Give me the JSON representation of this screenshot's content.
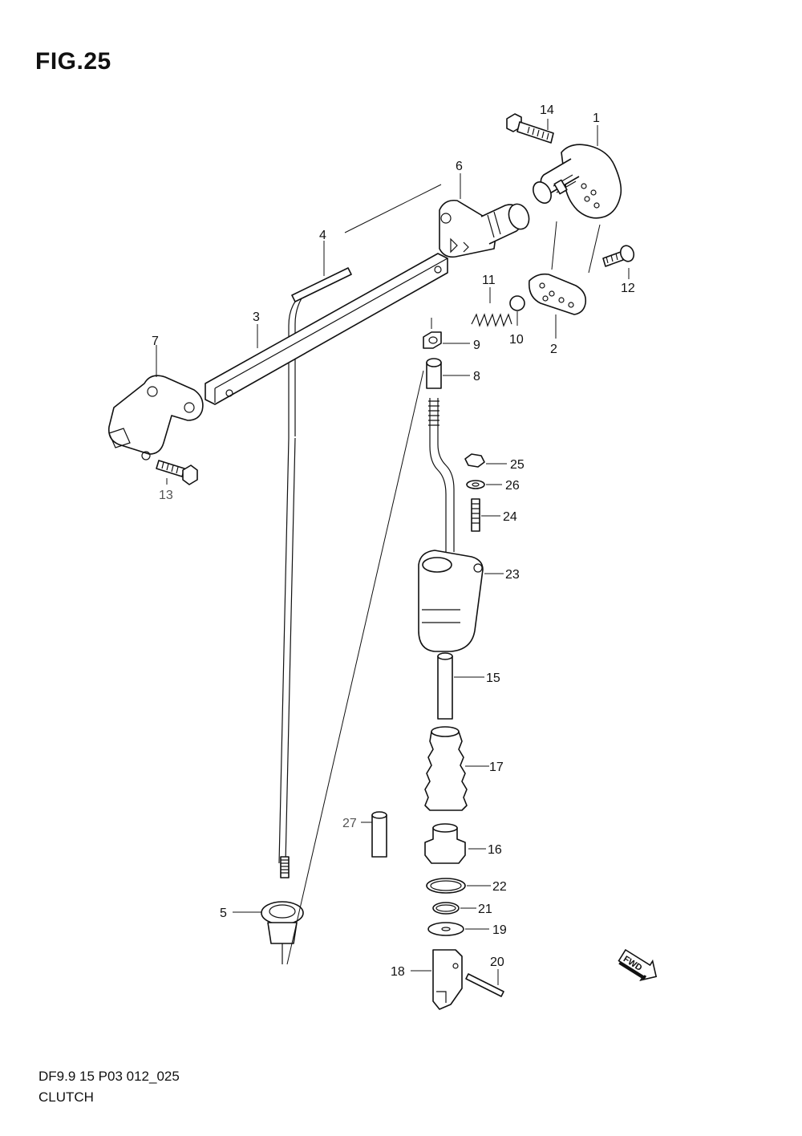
{
  "figure": {
    "title": "FIG.25",
    "code": "DF9.9 15 P03 012_025",
    "name": "CLUTCH"
  },
  "callouts": [
    {
      "id": "c1",
      "label": "1"
    },
    {
      "id": "c2",
      "label": "2"
    },
    {
      "id": "c3",
      "label": "3"
    },
    {
      "id": "c4",
      "label": "4"
    },
    {
      "id": "c5",
      "label": "5"
    },
    {
      "id": "c6",
      "label": "6"
    },
    {
      "id": "c7",
      "label": "7"
    },
    {
      "id": "c8",
      "label": "8"
    },
    {
      "id": "c9",
      "label": "9"
    },
    {
      "id": "c10",
      "label": "10"
    },
    {
      "id": "c11",
      "label": "11"
    },
    {
      "id": "c12",
      "label": "12"
    },
    {
      "id": "c13",
      "label": "13"
    },
    {
      "id": "c14",
      "label": "14"
    },
    {
      "id": "c15",
      "label": "15"
    },
    {
      "id": "c16",
      "label": "16"
    },
    {
      "id": "c17",
      "label": "17"
    },
    {
      "id": "c18",
      "label": "18"
    },
    {
      "id": "c19",
      "label": "19"
    },
    {
      "id": "c20",
      "label": "20"
    },
    {
      "id": "c21",
      "label": "21"
    },
    {
      "id": "c22",
      "label": "22"
    },
    {
      "id": "c23",
      "label": "23"
    },
    {
      "id": "c24",
      "label": "24"
    },
    {
      "id": "c25",
      "label": "25"
    },
    {
      "id": "c26",
      "label": "26"
    },
    {
      "id": "c27",
      "label": "27"
    }
  ],
  "direction_badge": "FWD"
}
